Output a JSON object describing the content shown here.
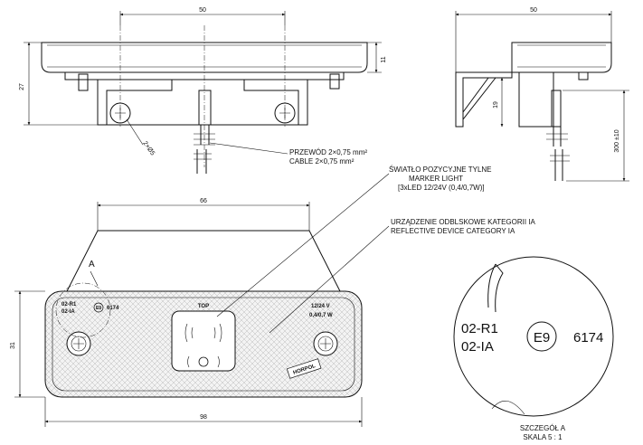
{
  "dimensions": {
    "top_width": "50",
    "side_width": "50",
    "height_11": "11",
    "height_27": "27",
    "height_19": "19",
    "cable_length": "300 ±10",
    "hole_dia": "2×Ø5",
    "front_66": "66",
    "front_31": "31",
    "front_98": "98"
  },
  "callouts": {
    "cable_pl": "PRZEWÓD 2×0,75 mm²",
    "cable_en": "CABLE 2×0,75 mm²",
    "light_pl": "ŚWIATŁO POZYCYJNE TYLNE",
    "light_en": "MARKER LIGHT",
    "light_spec": "[3xLED 12/24V (0,4/0,7W)]",
    "reflex_pl": "URZĄDZENIE ODBLSKOWE KATEGORII IA",
    "reflex_en": "REFLECTIVE DEVICE CATEGORY IA"
  },
  "lens_markings": {
    "code1": "02-R1",
    "code2": "02-IA",
    "e_mark": "E9",
    "approval": "6174",
    "top": "TOP",
    "voltage1": "12/24 V",
    "voltage2": "0,4/0,7 W",
    "brand": "HORPOL"
  },
  "detail": {
    "marker": "A",
    "code1": "02-R1",
    "code2": "02-IA",
    "e_mark": "E9",
    "approval": "6174",
    "title": "SZCZEGÓŁ A",
    "scale": "SKALA 5 : 1"
  }
}
